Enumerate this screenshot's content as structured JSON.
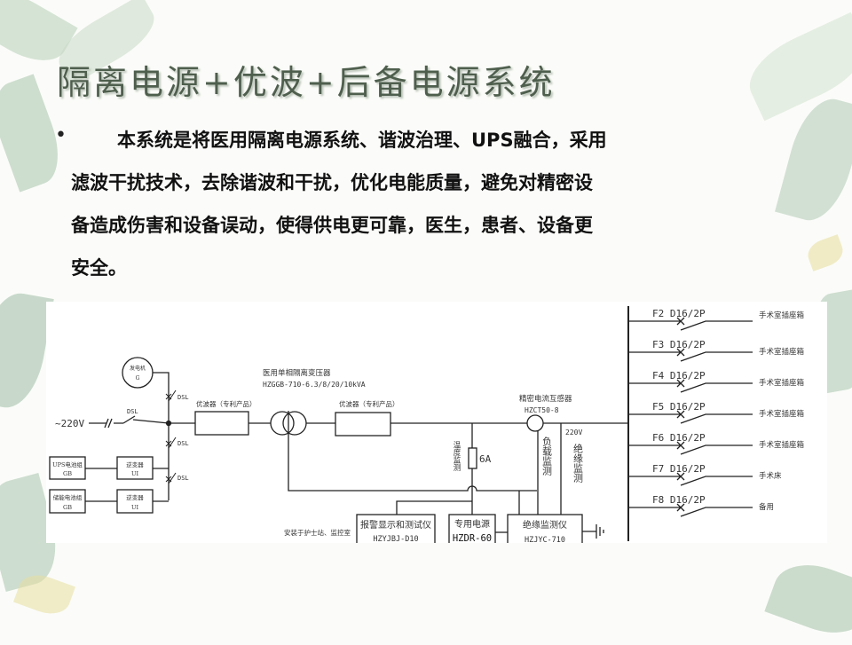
{
  "slide": {
    "title": "隔离电源+优波+后备电源系统",
    "bullet": "•",
    "paragraph_lines": [
      "本系统是将医用隔离电源系统、谐波治理、UPS融合，采用",
      "滤波干扰技术，去除谐波和干扰，优化电能质量，避免对精密设",
      "备造成伤害和设备误动，使得供电更可靠，医生，患者、设备更",
      "安全。"
    ]
  },
  "diagram": {
    "generator": {
      "name": "发电机",
      "symbol": "G"
    },
    "source": "~220V",
    "dsl": "DSL",
    "ups_battery": {
      "name": "UPS电池组",
      "code": "GB"
    },
    "storage_battery": {
      "name": "储能电池组",
      "code": "GB"
    },
    "inverter": {
      "name": "逆变器",
      "code": "UI"
    },
    "filter": "优波器（专利产品）",
    "transformer": {
      "name": "医用单相隔离变压器",
      "model": "HZGGB-710-6.3/8/20/10kVA"
    },
    "temperature": "温度监测",
    "fuse": "6A",
    "ct": {
      "name": "精密电流互感器",
      "model": "HZCT50-8"
    },
    "load_monitor": "负载监测",
    "insulation_voltage": "220V",
    "insulation_monitor": "绝缘监测",
    "install_note": "安装于护士站、监控室",
    "alarm": {
      "name": "报警显示和测试仪",
      "model": "HZYJBJ-D10"
    },
    "power": {
      "name": "专用电源",
      "model": "HZDR-60"
    },
    "imd": {
      "name": "绝缘监测仪",
      "model": "HZJYC-710"
    },
    "branches": [
      {
        "id": "F2 D16/2P",
        "load": "手术室插座箱"
      },
      {
        "id": "F3 D16/2P",
        "load": "手术室插座箱"
      },
      {
        "id": "F4 D16/2P",
        "load": "手术室插座箱"
      },
      {
        "id": "F5 D16/2P",
        "load": "手术室插座箱"
      },
      {
        "id": "F6 D16/2P",
        "load": "手术室插座箱"
      },
      {
        "id": "F7 D16/2P",
        "load": "手术床"
      },
      {
        "id": "F8 D16/2P",
        "load": "备用"
      }
    ]
  }
}
